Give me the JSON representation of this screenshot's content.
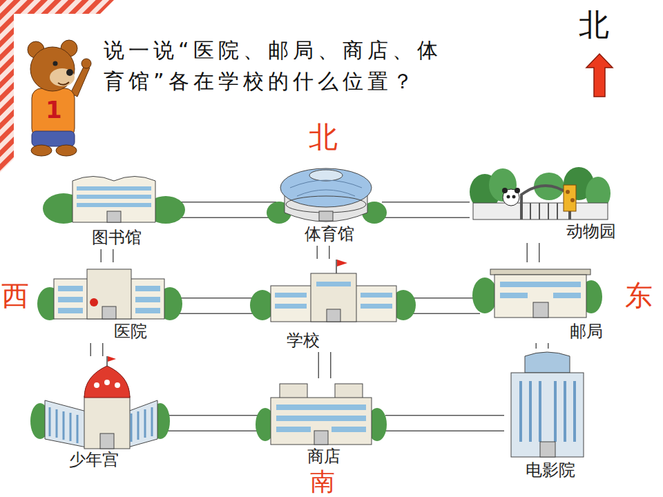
{
  "diagram": {
    "title": "说一说“医院、邮局、商店、体育馆”各在学校的什么位置？",
    "nodes": [
      {
        "text": [
          "图书馆"
        ]
      },
      {
        "text": [
          "体育馆"
        ]
      },
      {
        "text": [
          "动物园"
        ]
      },
      {
        "text": [
          "医院"
        ]
      },
      {
        "text": [
          "学校"
        ]
      },
      {
        "text": [
          "邮局"
        ]
      },
      {
        "text": [
          "少年宫"
        ]
      },
      {
        "text": [
          "商店"
        ]
      },
      {
        "text": [
          "电影院"
        ]
      }
    ],
    "edges": [
      {
        "from": 0,
        "to": 1,
        "arrow": "none"
      },
      {
        "from": 1,
        "to": 2,
        "arrow": "none"
      },
      {
        "from": 0,
        "to": 3,
        "arrow": "none"
      },
      {
        "from": 1,
        "to": 4,
        "arrow": "none"
      },
      {
        "from": 2,
        "to": 5,
        "arrow": "none"
      },
      {
        "from": 3,
        "to": 4,
        "arrow": "none"
      },
      {
        "from": 4,
        "to": 5,
        "arrow": "none"
      },
      {
        "from": 3,
        "to": 6,
        "arrow": "none"
      },
      {
        "from": 4,
        "to": 7,
        "arrow": "none"
      },
      {
        "from": 5,
        "to": 8,
        "arrow": "none"
      },
      {
        "from": 6,
        "to": 7,
        "arrow": "none"
      },
      {
        "from": 7,
        "to": 8,
        "arrow": "none"
      }
    ],
    "labels": [
      "北",
      "北",
      "西",
      "东",
      "南",
      "1"
    ]
  }
}
